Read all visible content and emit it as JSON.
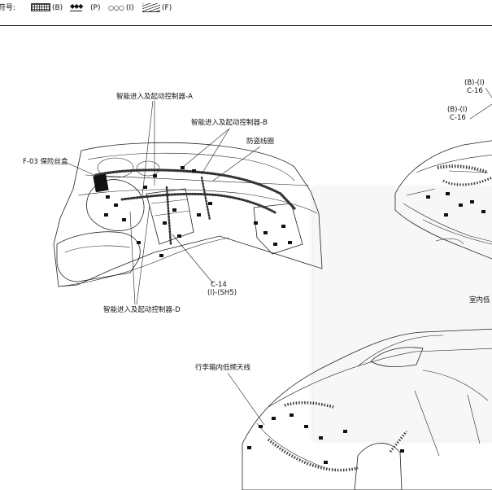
{
  "legend": {
    "prefix": "符号:",
    "items": [
      {
        "pattern": "grid",
        "label": "(B)"
      },
      {
        "pattern": "diamonds",
        "label": "(P)"
      },
      {
        "pattern": "circles",
        "label": "(I)"
      },
      {
        "pattern": "hatch",
        "label": "(F)"
      }
    ]
  },
  "callouts": {
    "controller_a": "智能进入及起动控制器-A",
    "controller_b": "智能进入及起动控制器-B",
    "antitheft_coil": "防盗线圈",
    "fuse_box": "F-03 保险丝盒",
    "c14": "C-14",
    "c14_sub": "(I)-(SH5)",
    "controller_d": "智能进入及起动控制器-D",
    "trunk_antenna": "行李箱内低频天线",
    "bi_top": "(B)-(I)",
    "c16_top": "C-16",
    "bi_mid": "(B)-(I)",
    "c16_mid": "C-16",
    "interior_low": "室内低"
  }
}
